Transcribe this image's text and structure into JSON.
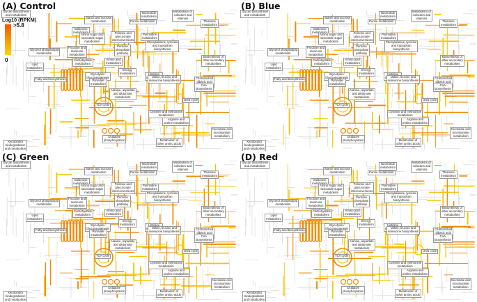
{
  "panels": [
    {
      "title": "(A) Control",
      "intensity": 1.0
    },
    {
      "title": "(B) Blue",
      "intensity": 0.8
    },
    {
      "title": "(C) Green",
      "intensity": 0.95
    },
    {
      "title": "(D) Red",
      "intensity": 0.85
    }
  ],
  "legend": {
    "title": "Log10 (RPKM)",
    "max_label": ">5.8",
    "min_label": "0",
    "color_high": "#f05a00",
    "color_low": "#ffd400"
  },
  "colors": {
    "pathway_high": "#f08a00",
    "pathway_low": "#fcc200",
    "background_lines": "#c8c8c8"
  },
  "labels": [
    {
      "text": "Glycan biosynthesis\nand metabolism",
      "bold": false
    },
    {
      "text": "Starch and sucrose\nmetabolism",
      "bold": false
    },
    {
      "text": "Nucleotide\nmetabolism",
      "bold": false
    },
    {
      "text": "Metabolism of\ncofactors and\nvitamins",
      "bold": false
    },
    {
      "text": "Thiamine\nmetabolism",
      "bold": false
    },
    {
      "text": "Purine metabolism",
      "bold": false
    },
    {
      "text": "Galactose\nmetabolism",
      "bold": false
    },
    {
      "text": "Amino sugar and\nnucleotide sugar\nmetabolism",
      "bold": false
    },
    {
      "text": "Pentose and\nglucuronate\ninterconversions",
      "bold": false
    },
    {
      "text": "Pyrimidine\nmetabolism",
      "bold": false
    },
    {
      "text": "Glycerol phospholipid\nmetabolism",
      "bold": false
    },
    {
      "text": "Fructose and\nmannose\nmetabolism",
      "bold": false
    },
    {
      "text": "Pentose\nphosphate\npathway",
      "bold": false
    },
    {
      "text": "Phenylalanine, tyrosine\nand tryptophan\nbiosynthesis",
      "bold": false
    },
    {
      "text": "Biosynthesis of\nother secondary\nmetabolites",
      "bold": false
    },
    {
      "text": "Carbohydrate\nmetabolism",
      "bold": false
    },
    {
      "text": "Amino acid\nmetabolism",
      "bold": false
    },
    {
      "text": "Lipid\nmetabolism",
      "bold": false
    },
    {
      "text": "Energy\nmetabolism",
      "bold": false
    },
    {
      "text": "Glycolysis /\nGluconeogenesis",
      "bold": false
    },
    {
      "text": "Histidine\nmetabolism",
      "bold": false
    },
    {
      "text": "Fatty acid biosynthesis",
      "bold": false
    },
    {
      "text": "Pyruvate\nmetabolism",
      "bold": false
    },
    {
      "text": "Valine, leucine and\nisoleucine biosynthesis",
      "bold": false
    },
    {
      "text": "C5-Branched\ndibasic acid\nmetabolism",
      "bold": false
    },
    {
      "text": "CoA\nbiosynthesis",
      "bold": false
    },
    {
      "text": "Alanine, aspartate\nand glutamate\nmetabolism",
      "bold": false
    },
    {
      "text": "Urea cycle",
      "bold": false
    },
    {
      "text": "TCA cycle",
      "bold": false
    },
    {
      "text": "Cysteine and methionine\nmetabolism",
      "bold": false
    },
    {
      "text": "Arginine and\nproline metabolism",
      "bold": false
    },
    {
      "text": "Nicotinate and\nnicotinamide\nmetabolism",
      "bold": false
    },
    {
      "text": "Oxidative\nphosphorylation",
      "bold": false
    },
    {
      "text": "Metabolism of\nother amino acids",
      "bold": false
    },
    {
      "text": "Xenobiotics\nbiodegradation\nand metabolism",
      "bold": false
    }
  ]
}
